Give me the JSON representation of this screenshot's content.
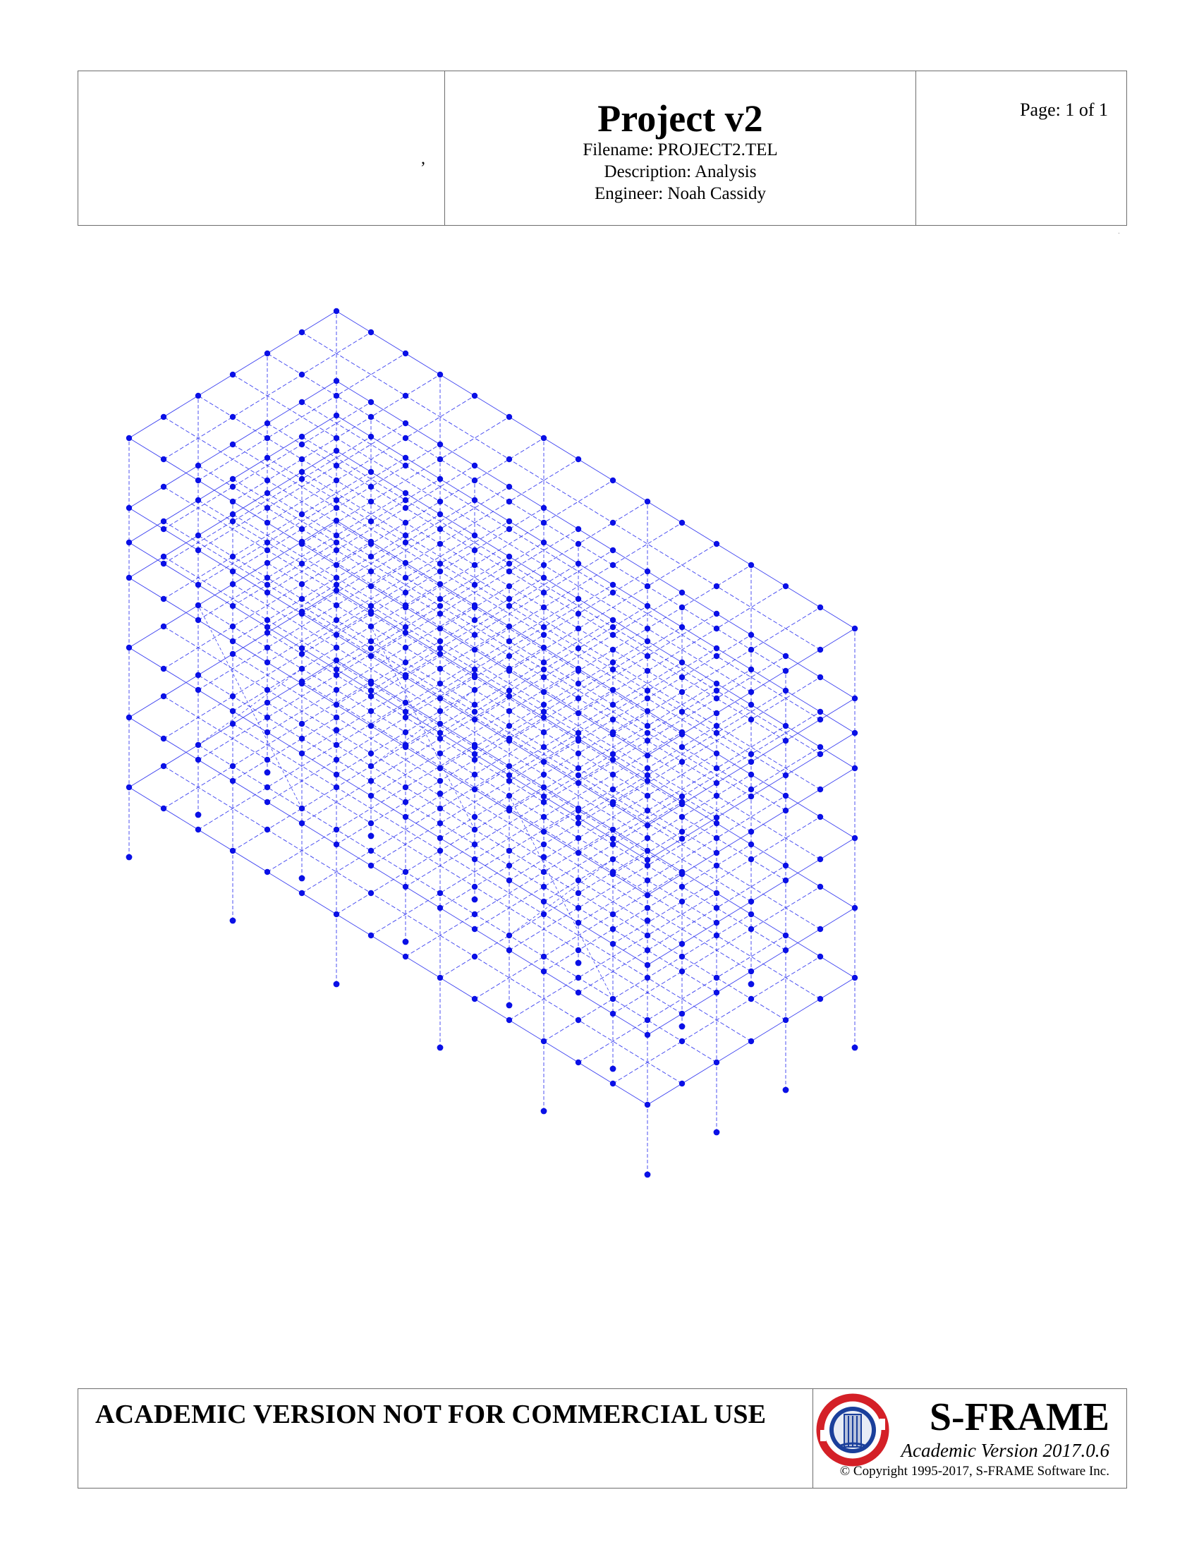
{
  "header": {
    "left_mark": ",",
    "title": "Project v2",
    "filename": "Filename: PROJECT2.TEL",
    "description": "Description: Analysis",
    "engineer": "Engineer: Noah Cassidy",
    "page": "Page: 1 of 1"
  },
  "model": {
    "node_color": "#0a10e6",
    "member_color": "#3a3ff0"
  },
  "footer": {
    "academic_notice": "ACADEMIC VERSION NOT FOR COMMERCIAL USE",
    "brand": "S-FRAME",
    "version": "Academic Version 2017.0.6",
    "copyright": "© Copyright 1995-2017, S-FRAME Software Inc.",
    "logo_colors": {
      "red": "#d42027",
      "blue": "#1b3f9b"
    }
  }
}
